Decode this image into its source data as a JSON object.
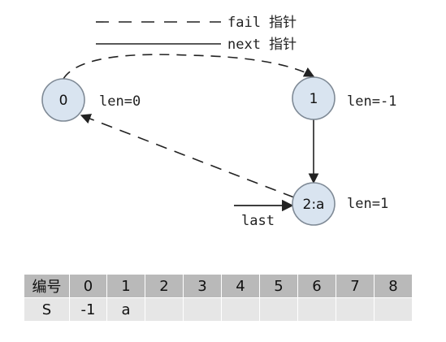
{
  "legend": {
    "fail_label": "fail 指针",
    "next_label": "next 指针"
  },
  "nodes": [
    {
      "id": "n0",
      "label": "0",
      "len": "len=0"
    },
    {
      "id": "n1",
      "label": "1",
      "len": "len=-1"
    },
    {
      "id": "n2",
      "label": "2:a",
      "len": "len=1"
    }
  ],
  "last_label": "last",
  "table": {
    "header": [
      "编号",
      "0",
      "1",
      "2",
      "3",
      "4",
      "5",
      "6",
      "7",
      "8"
    ],
    "row": [
      "S",
      "-1",
      "a",
      "",
      "",
      "",
      "",
      "",
      "",
      ""
    ]
  },
  "colors": {
    "node_fill": "#d9e4f0",
    "node_stroke": "#7f8a96",
    "edge": "#222222",
    "table_header_bg": "#b9b9b9",
    "table_row_bg": "#e6e6e6"
  }
}
